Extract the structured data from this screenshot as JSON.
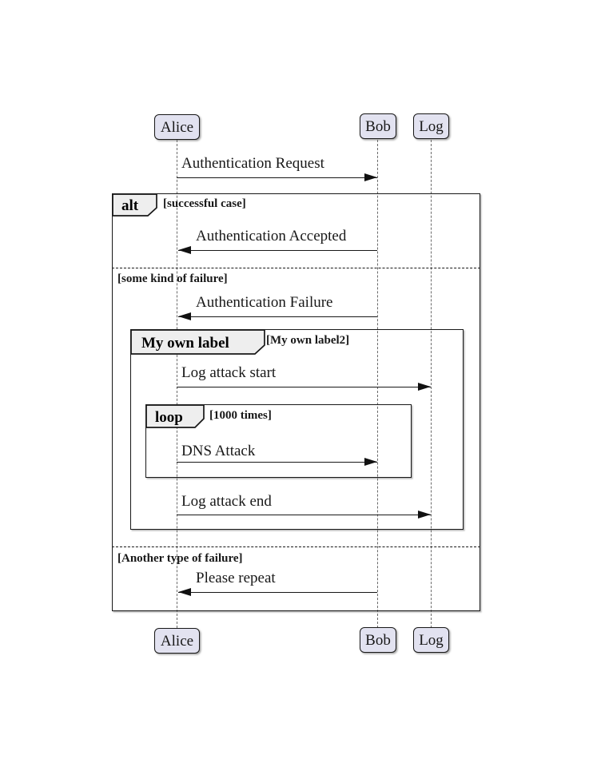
{
  "diagram": {
    "participants": [
      {
        "id": "alice",
        "label": "Alice"
      },
      {
        "id": "bob",
        "label": "Bob"
      },
      {
        "id": "log",
        "label": "Log"
      }
    ],
    "messages": [
      {
        "text": "Authentication Request",
        "from": "Alice",
        "to": "Bob",
        "direction": "right"
      },
      {
        "text": "Authentication Accepted",
        "from": "Bob",
        "to": "Alice",
        "direction": "left"
      },
      {
        "text": "Authentication Failure",
        "from": "Bob",
        "to": "Alice",
        "direction": "left"
      },
      {
        "text": "Log attack start",
        "from": "Alice",
        "to": "Log",
        "direction": "right"
      },
      {
        "text": "DNS Attack",
        "from": "Alice",
        "to": "Bob",
        "direction": "right"
      },
      {
        "text": "Log attack end",
        "from": "Alice",
        "to": "Log",
        "direction": "right"
      },
      {
        "text": "Please repeat",
        "from": "Bob",
        "to": "Alice",
        "direction": "left"
      }
    ],
    "frames": {
      "alt": {
        "label": "alt",
        "guard": "[successful case]"
      },
      "group": {
        "label": "My own label",
        "guard": "[My own label2]"
      },
      "loop": {
        "label": "loop",
        "guard": "[1000 times]"
      }
    },
    "dividers": [
      {
        "label": "[some kind of failure]"
      },
      {
        "label": "[Another type of failure]"
      }
    ],
    "colors": {
      "participant_fill": "#E2E2F0",
      "participant_border": "#181818",
      "frame_label_fill": "#EEEEEE",
      "line": "#181818",
      "background": "#FFFFFF"
    }
  }
}
